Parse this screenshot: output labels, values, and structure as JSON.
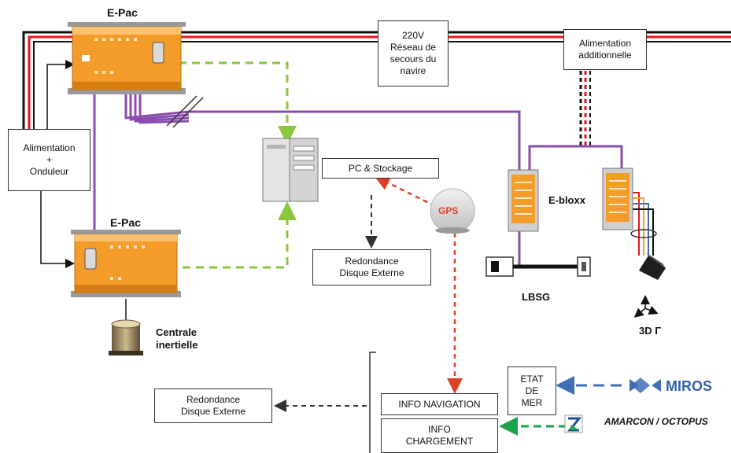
{
  "labels": {
    "epac_top": "E-Pac",
    "epac_bottom": "E-Pac",
    "reseau": "220V\nRéseau de\nsecours du\nnavire",
    "alim_add": "Alimentation\nadditionnelle",
    "alim_onduleur": "Alimentation\n+\nOnduleur",
    "pc_stockage": "PC & Stockage",
    "gps": "GPS",
    "redondance_1": "Redondance\nDisque Externe",
    "redondance_2": "Redondance\nDisque Externe",
    "ebloxx": "E-bloxx",
    "lbsg": "LBSG",
    "three_d": "3D Γ",
    "centrale": "Centrale\ninertielle",
    "etat_de_mer": "ETAT\nDE\nMER",
    "miros": "MIROS",
    "amarcon": "AMARCON / OCTOPUS",
    "info_navigation": "INFO NAVIGATION",
    "info_chargement": "INFO\nCHARGEMENT"
  },
  "colors": {
    "power_red": "#e8141b",
    "power_black": "#111111",
    "ethernet_purple": "#8a4dad",
    "link_green": "#8cc63f",
    "link_green_dark": "#1aa34a",
    "gps_red": "#d9432c",
    "link_gray": "#333333",
    "miros_blue": "#3e6fb6",
    "device_orange": "#f39c2a",
    "device_gray": "#c9c9c9"
  }
}
